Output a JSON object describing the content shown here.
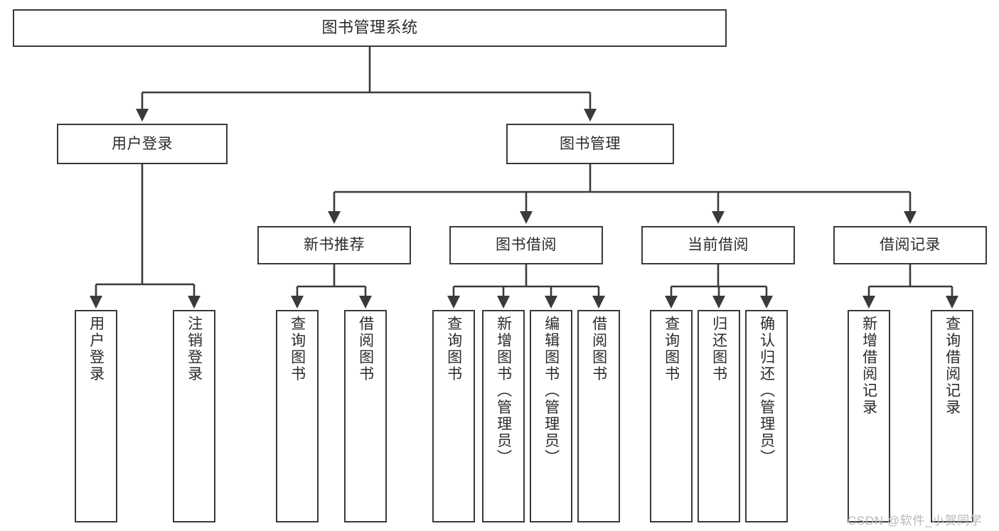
{
  "diagram": {
    "title": "图书管理系统",
    "watermark": "CSDN @软件_小贺同学",
    "line_color": "#3a3a3a",
    "box_fill": "#ffffff",
    "text_color": "#2b2b2b",
    "watermark_color": "#b9b9b9"
  },
  "nodes": {
    "root": {
      "label": "图书管理系统"
    },
    "level1": [
      {
        "label": "用户登录"
      },
      {
        "label": "图书管理"
      }
    ],
    "level2": [
      {
        "label": "新书推荐"
      },
      {
        "label": "图书借阅"
      },
      {
        "label": "当前借阅"
      },
      {
        "label": "借阅记录"
      }
    ],
    "leaves": {
      "user_login": [
        {
          "label": "用户登录"
        },
        {
          "label": "注销登录"
        }
      ],
      "new_book_recommend": [
        {
          "label": "查询图书"
        },
        {
          "label": "借阅图书"
        }
      ],
      "book_borrow": [
        {
          "label": "查询图书"
        },
        {
          "label": "新增图书（管理员）"
        },
        {
          "label": "编辑图书（管理员）"
        },
        {
          "label": "借阅图书"
        }
      ],
      "current_borrow": [
        {
          "label": "查询图书"
        },
        {
          "label": "归还图书"
        },
        {
          "label": "确认归还（管理员）"
        }
      ],
      "borrow_record": [
        {
          "label": "新增借阅记录"
        },
        {
          "label": "查询借阅记录"
        }
      ]
    }
  }
}
